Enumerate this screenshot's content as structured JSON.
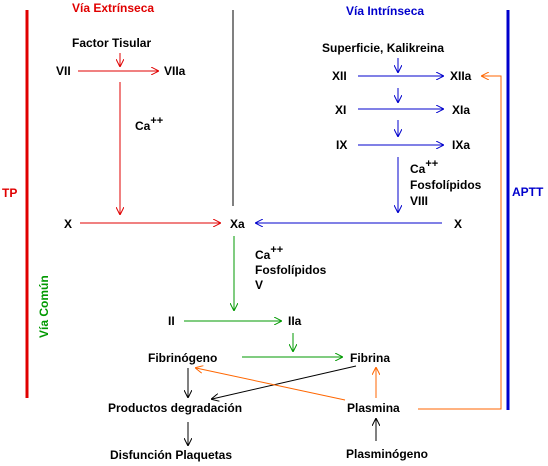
{
  "pathways": {
    "extrinsic_title": "Vía Extrínseca",
    "intrinsic_title": "Vía Intrínseca",
    "common_title": "Vía Común"
  },
  "tests": {
    "tp": "TP",
    "aptt": "APTT"
  },
  "extrinsic": {
    "factor_tisular": "Factor Tisular",
    "vii": "VII",
    "viia": "VIIa",
    "ca_label": "Ca",
    "ca_sup": "++"
  },
  "intrinsic": {
    "superficie": "Superficie, Kalikreina",
    "xii": "XII",
    "xiia": "XIIa",
    "xi": "XI",
    "xia": "XIa",
    "ix": "IX",
    "ixa": "IXa",
    "ca_label": "Ca",
    "ca_sup": "++",
    "fosfolipidos": "Fosfolípidos",
    "viii": "VIII"
  },
  "common": {
    "x_left": "X",
    "xa": "Xa",
    "x_right": "X",
    "ca_label": "Ca",
    "ca_sup": "++",
    "fosfolipidos": "Fosfolípidos",
    "v": "V",
    "ii": "II",
    "iia": "IIa",
    "fibrinogeno": "Fibrinógeno",
    "fibrina": "Fibrina",
    "productos": "Productos degradación",
    "plasmina": "Plasmina",
    "disfuncion": "Disfunción Plaquetas",
    "plasminogeno": "Plasminógeno"
  },
  "colors": {
    "extrinsic": "#e00000",
    "intrinsic": "#0000cc",
    "common": "#009900",
    "fibrinolysis": "#ff6600",
    "neutral": "#000000"
  }
}
